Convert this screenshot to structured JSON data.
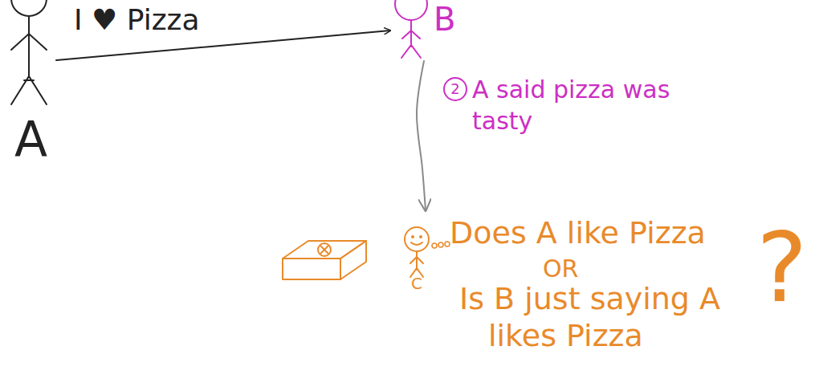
{
  "diagram": {
    "nodes": [
      {
        "text": [
          "A"
        ]
      },
      {
        "text": [
          "B"
        ]
      },
      {
        "text": [
          "C"
        ]
      }
    ],
    "edges": [
      {
        "from": 0,
        "to": 1,
        "label": "I ♥ Pizza",
        "arrow": "to"
      },
      {
        "from": 1,
        "to": 2,
        "label": "A said pizza was tasty",
        "arrow": "to"
      }
    ],
    "labels": [
      "2",
      "Does A like Pizza",
      "OR",
      "Is B just saying A",
      "likes Pizza",
      "?"
    ]
  }
}
